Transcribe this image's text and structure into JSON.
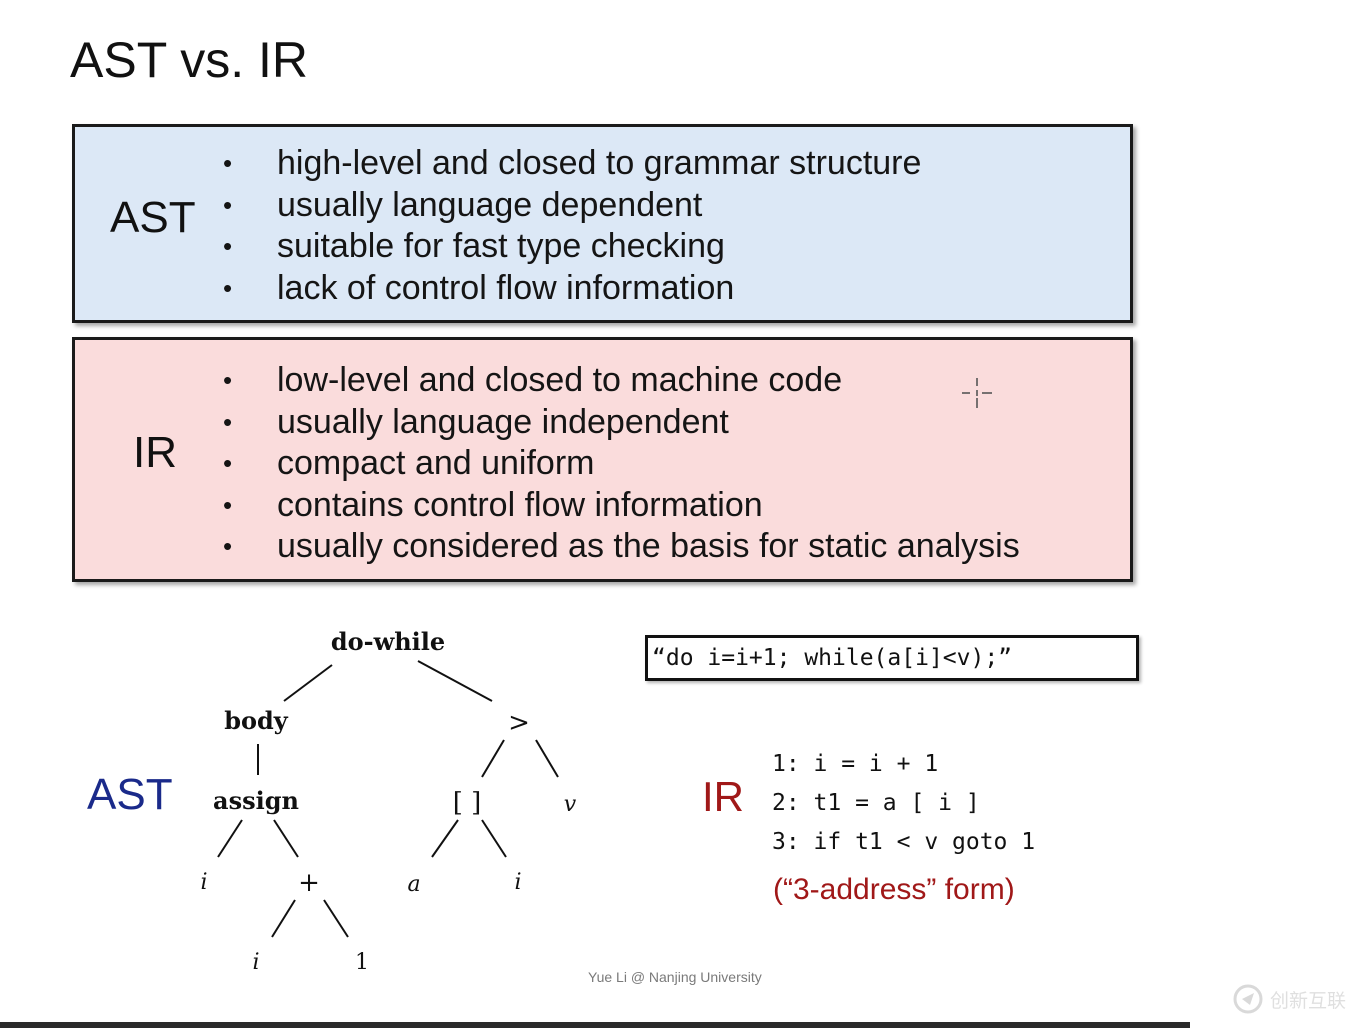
{
  "slide": {
    "title": "AST vs. IR",
    "footer": "Yue Li @ Nanjing University"
  },
  "ast_box": {
    "label": "AST",
    "color": "#dce8f6",
    "bullets": [
      "high-level and closed to grammar structure",
      "usually language dependent",
      "suitable for fast type checking",
      "lack of control flow information"
    ]
  },
  "ir_box": {
    "label": "IR",
    "color": "#fadcdc",
    "bullets": [
      "low-level and closed to machine code",
      "usually language independent",
      "compact and uniform",
      "contains control flow information",
      "usually considered as the basis for static analysis"
    ]
  },
  "diagram": {
    "ast_label": "AST",
    "ir_label": "IR",
    "ast_label_color": "#1a2a8a",
    "ir_label_color": "#a01818",
    "code_snippet": "“do i=i+1; while(a[i]<v);”",
    "tree_nodes": {
      "root": "do-while",
      "body": "body",
      "gt": ">",
      "assign": "assign",
      "index": "[ ]",
      "v": "v",
      "i_left": "i",
      "plus": "+",
      "a": "a",
      "i_index": "i",
      "i_plus": "i",
      "one": "1"
    },
    "ir_code": [
      "1: i = i + 1",
      "2: t1 = a [ i ]",
      "3: if t1 < v goto 1"
    ],
    "ir_note": "(“3-address” form)"
  },
  "watermark": {
    "text": "创新互联"
  },
  "icons": {
    "cursor": "crosshair-cursor-icon",
    "watermark_logo": "watermark-logo-icon"
  }
}
